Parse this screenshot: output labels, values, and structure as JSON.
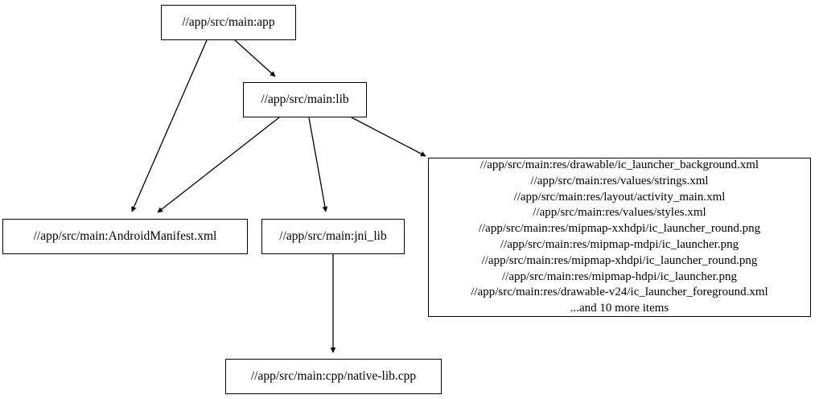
{
  "graph": {
    "type": "directed-dependency-graph",
    "nodes": [
      {
        "id": "app",
        "label": "//app/src/main:app"
      },
      {
        "id": "lib",
        "label": "//app/src/main:lib"
      },
      {
        "id": "manifest",
        "label": "//app/src/main:AndroidManifest.xml"
      },
      {
        "id": "jnilib",
        "label": "//app/src/main:jni_lib"
      },
      {
        "id": "res",
        "label": "//app/src/main:res/drawable/ic_launcher_background.xml\n//app/src/main:res/values/strings.xml\n//app/src/main:res/layout/activity_main.xml\n//app/src/main:res/values/styles.xml\n//app/src/main:res/mipmap-xxhdpi/ic_launcher_round.png\n//app/src/main:res/mipmap-mdpi/ic_launcher.png\n//app/src/main:res/mipmap-xhdpi/ic_launcher_round.png\n//app/src/main:res/mipmap-hdpi/ic_launcher.png\n//app/src/main:res/drawable-v24/ic_launcher_foreground.xml\n...and 10 more items",
        "lines": [
          "//app/src/main:res/drawable/ic_launcher_background.xml",
          "//app/src/main:res/values/strings.xml",
          "//app/src/main:res/layout/activity_main.xml",
          "//app/src/main:res/values/styles.xml",
          "//app/src/main:res/mipmap-xxhdpi/ic_launcher_round.png",
          "//app/src/main:res/mipmap-mdpi/ic_launcher.png",
          "//app/src/main:res/mipmap-xhdpi/ic_launcher_round.png",
          "//app/src/main:res/mipmap-hdpi/ic_launcher.png",
          "//app/src/main:res/drawable-v24/ic_launcher_foreground.xml",
          "...and 10 more items"
        ]
      },
      {
        "id": "nativelib",
        "label": "//app/src/main:cpp/native-lib.cpp"
      }
    ],
    "edges": [
      {
        "from": "app",
        "to": "lib"
      },
      {
        "from": "app",
        "to": "manifest"
      },
      {
        "from": "lib",
        "to": "manifest"
      },
      {
        "from": "lib",
        "to": "jnilib"
      },
      {
        "from": "lib",
        "to": "res"
      },
      {
        "from": "jnilib",
        "to": "nativelib"
      }
    ],
    "colors": {
      "node_border": "#000000",
      "node_fill": "#ffffff",
      "edge": "#000000",
      "text": "#000000",
      "background": "#ffffff"
    }
  }
}
